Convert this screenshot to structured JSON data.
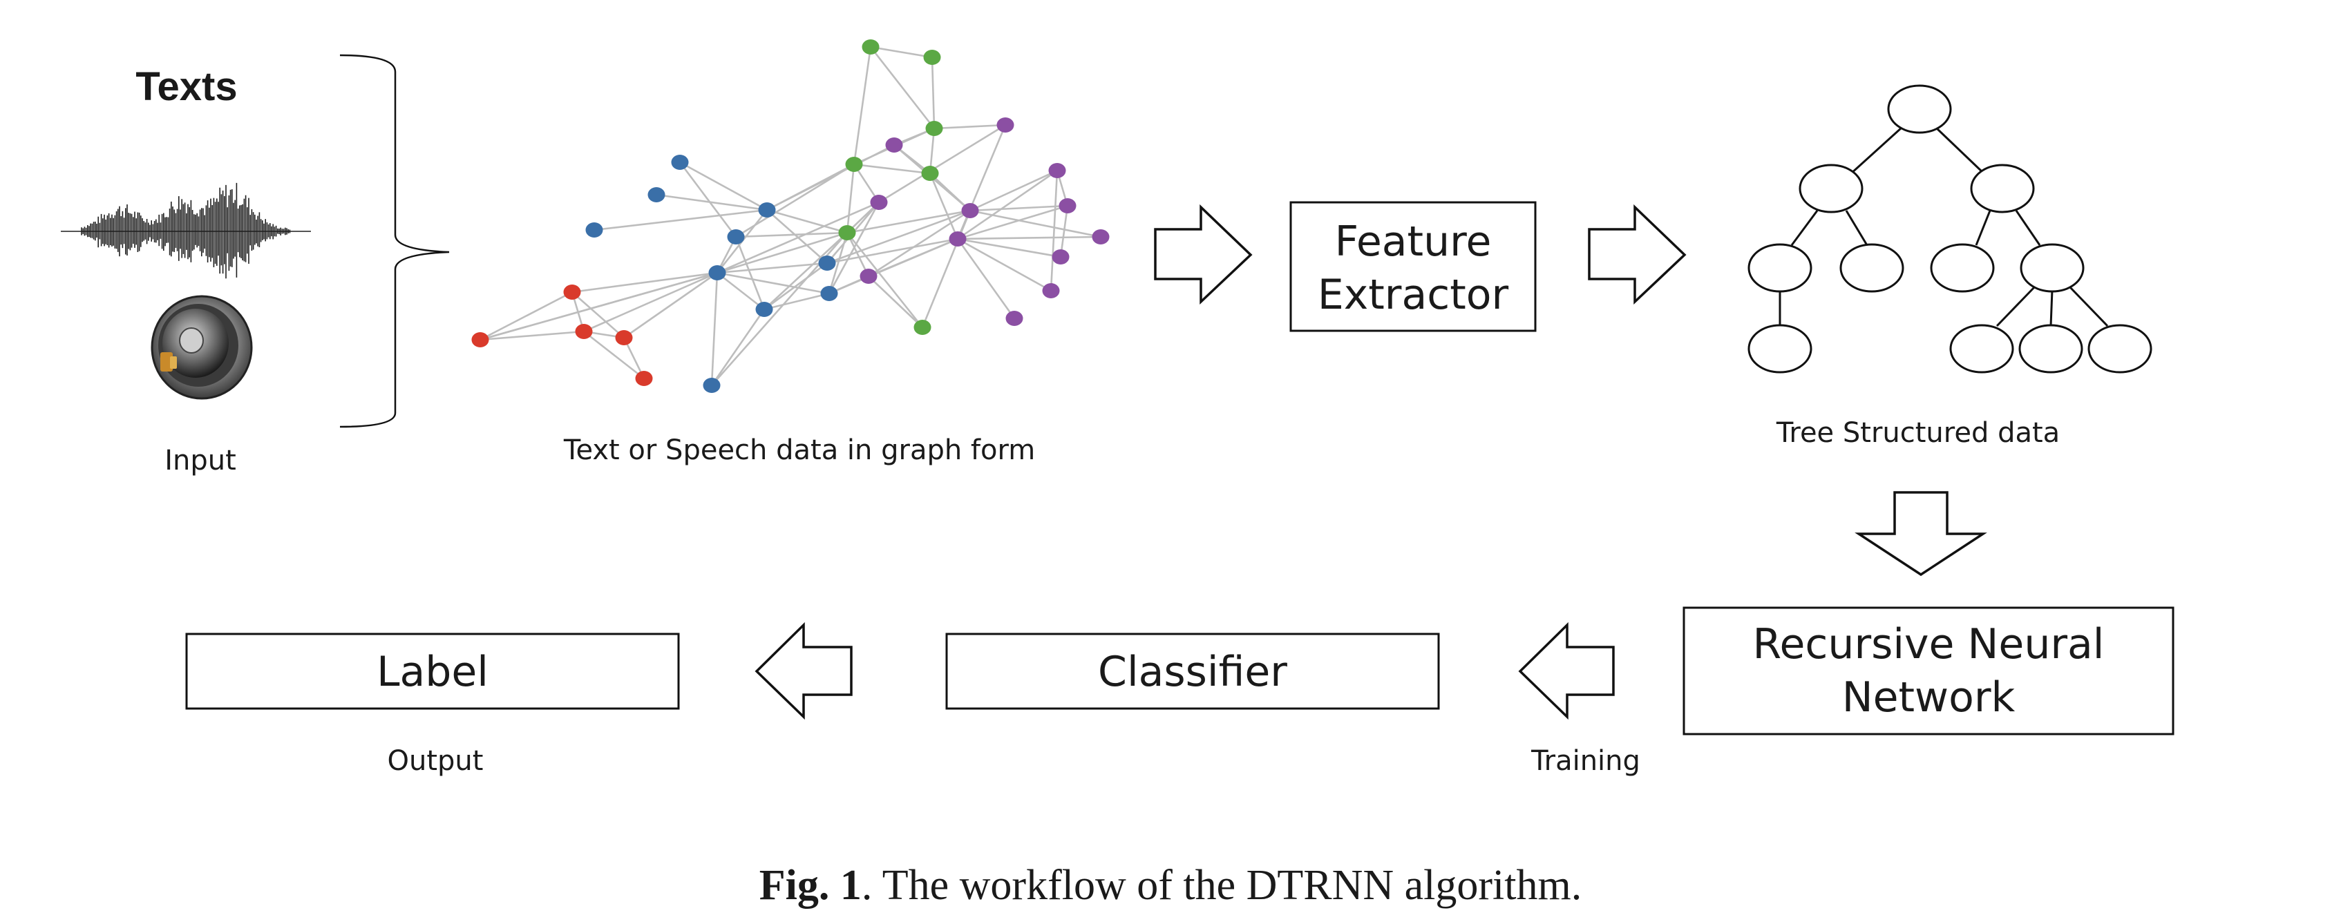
{
  "input": {
    "texts_label": "Texts",
    "caption": "Input"
  },
  "graph": {
    "caption": "Text or Speech data in graph form",
    "colors": {
      "blue": "#3a6fa8",
      "red": "#d93a2b",
      "green": "#5ba844",
      "purple": "#8b4fa3"
    }
  },
  "feature_extractor": {
    "line1": "Feature",
    "line2": "Extractor"
  },
  "tree": {
    "caption": "Tree Structured data"
  },
  "rnn": {
    "line1": "Recursive Neural",
    "line2": "Network",
    "caption": "Training"
  },
  "classifier": {
    "label": "Classifier"
  },
  "output": {
    "label": "Label",
    "caption": "Output"
  },
  "figure_caption": {
    "prefix": "Fig. 1",
    "text": ". The workflow of the DTRNN algorithm."
  },
  "icons": [
    "waveform-icon",
    "speaker-icon",
    "brace-icon",
    "right-arrow-icon",
    "down-arrow-icon",
    "left-arrow-icon"
  ]
}
